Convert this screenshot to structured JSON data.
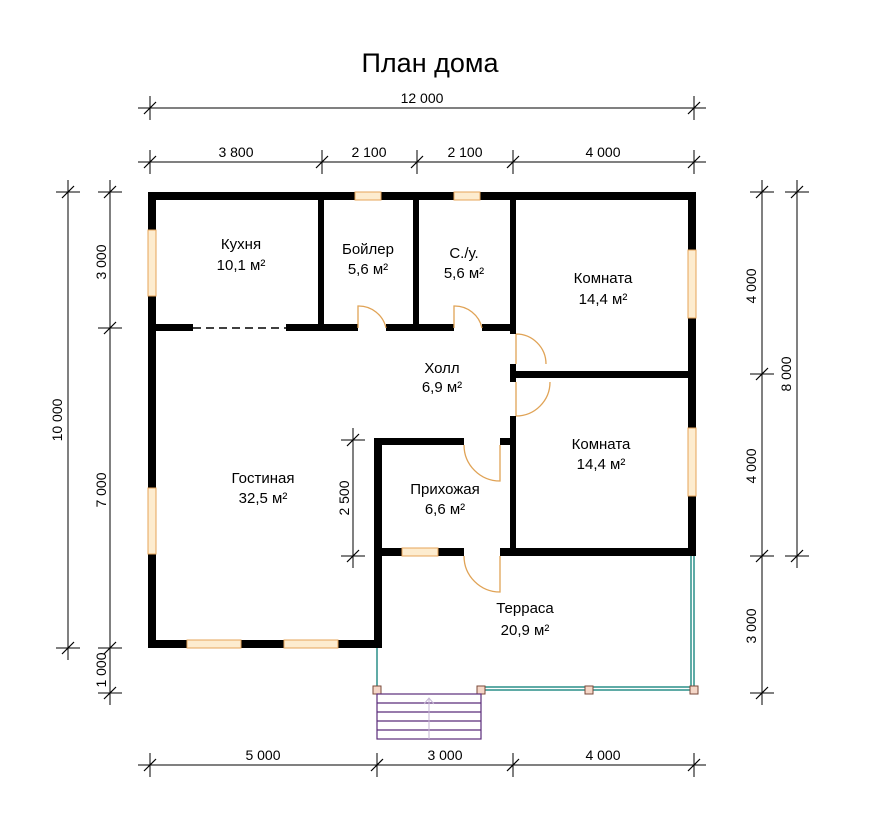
{
  "title": "План дома",
  "dims": {
    "top_total": "12 000",
    "top": [
      "3 800",
      "2 100",
      "2 100",
      "4 000"
    ],
    "left_total": "10 000",
    "left": [
      "3 000",
      "7 000",
      "1 000"
    ],
    "right_total": "8 000",
    "right": [
      "4 000",
      "4 000",
      "3 000"
    ],
    "bottom": [
      "5 000",
      "3 000",
      "4 000"
    ],
    "hall_inner": "2 500"
  },
  "rooms": {
    "kitchen": {
      "name": "Кухня",
      "area": "10,1 м²"
    },
    "boiler": {
      "name": "Бойлер",
      "area": "5,6 м²"
    },
    "wc": {
      "name": "С./у.",
      "area": "5,6 м²"
    },
    "room1": {
      "name": "Комната",
      "area": "14,4 м²"
    },
    "hall": {
      "name": "Холл",
      "area": "6,9 м²"
    },
    "room2": {
      "name": "Комната",
      "area": "14,4 м²"
    },
    "living": {
      "name": "Гостиная",
      "area": "32,5 м²"
    },
    "entry": {
      "name": "Прихожая",
      "area": "6,6 м²"
    },
    "terrace": {
      "name": "Терраса",
      "area": "20,9 м²"
    }
  },
  "colors": {
    "wall": "#000000",
    "window_fill": "#fdeccf",
    "window_stroke": "#e6a45a",
    "door": "#e0a356",
    "railing": "#2a8f88",
    "stairs": "#5b2c7a"
  }
}
